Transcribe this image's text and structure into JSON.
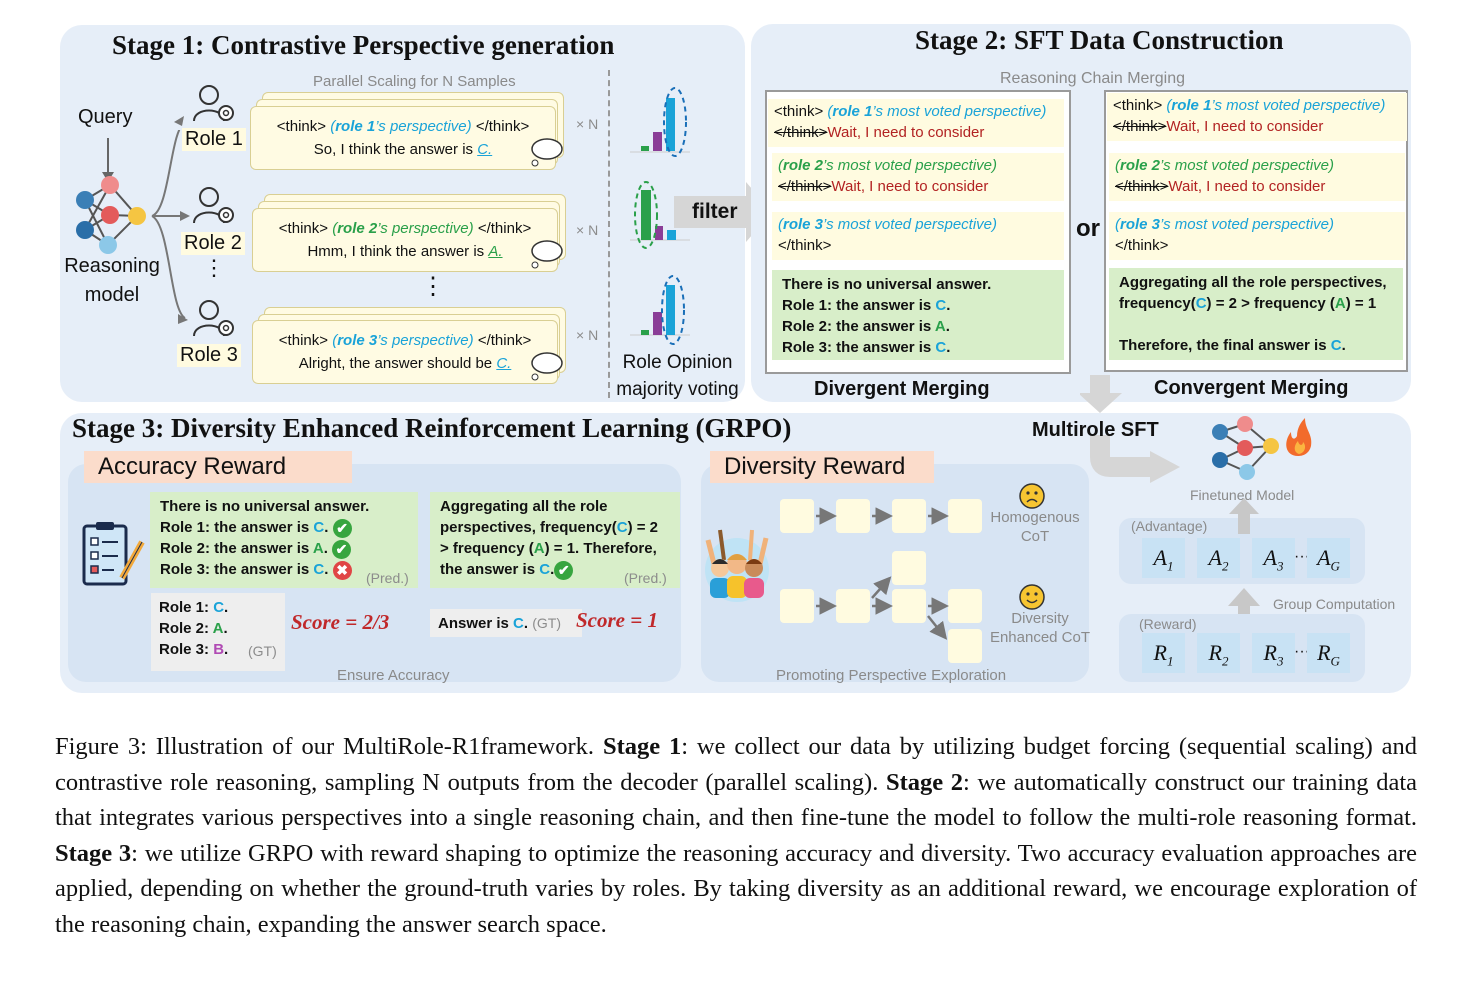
{
  "stage1": {
    "title": "Stage 1: Contrastive Perspective generation",
    "parallel_label": "Parallel Scaling for N Samples",
    "query": "Query",
    "model_label_1": "Reasoning",
    "model_label_2": "model",
    "times_n": "× N",
    "vertical_dots": "⋮",
    "roles": [
      {
        "label": "Role 1",
        "think_open": "<think>",
        "persp_role": "role 1",
        "persp_rest": "’s perspective)",
        "think_close": "</think>",
        "answer_text": "So, I think the answer is",
        "answer": "C."
      },
      {
        "label": "Role 2",
        "think_open": "<think>",
        "persp_role": "role 2",
        "persp_rest": "’s perspective)",
        "think_close": "</think>",
        "answer_text": "Hmm, I think the answer is",
        "answer": "A."
      },
      {
        "label": "Role 3",
        "think_open": "<think>",
        "persp_role": "role 3",
        "persp_rest": "’s perspective)",
        "think_close": "</think>",
        "answer_text": "Alright, the answer should be",
        "answer": "C."
      }
    ],
    "filter": "filter",
    "voting_1": "Role Opinion",
    "voting_2": "majority voting"
  },
  "stage2": {
    "title": "Stage 2: SFT Data Construction",
    "chain_label": "Reasoning Chain Merging",
    "or": "or",
    "persp_1_role": "role 1",
    "persp_2_role": "role 2",
    "persp_3_role": "role 3",
    "persp_rest": "’s most voted perspective)",
    "think_open": "<think>",
    "think_close": "</think>",
    "wait": "Wait, I need to consider",
    "divergent": {
      "summary": "There is no universal answer.",
      "lines": [
        {
          "text": "Role 1: the answer is",
          "ans": "C"
        },
        {
          "text": "Role 2: the answer is",
          "ans": "A"
        },
        {
          "text": "Role 3: the answer is",
          "ans": "C"
        }
      ],
      "label": "Divergent Merging"
    },
    "convergent": {
      "line1": "Aggregating all the role perspectives,",
      "line2_a": "frequency(",
      "line2_c": "C",
      "line2_b": ") = 2 > frequency (",
      "line2_d": "A",
      "line2_e": ") = 1",
      "line3": "Therefore, the final answer is",
      "line3_ans": "C",
      "label": "Convergent Merging"
    }
  },
  "multirole_sft": "Multirole SFT",
  "finetuned_model": "Finetuned Model",
  "stage3": {
    "title": "Stage 3: Diversity Enhanced Reinforcement Learning (GRPO)",
    "accuracy": {
      "header": "Accuracy Reward",
      "pred1_summary": "There is no universal answer.",
      "pred1_lines": [
        {
          "text": "Role 1: the answer is",
          "ans": "C"
        },
        {
          "text": "Role 2: the answer is",
          "ans": "A"
        },
        {
          "text": "Role 3: the answer is",
          "ans": "C"
        }
      ],
      "pred_tag": "(Pred.)",
      "gt1_lines": [
        {
          "text": "Role 1:",
          "ans": "C"
        },
        {
          "text": "Role 2:",
          "ans": "A"
        },
        {
          "text": "Role 3:",
          "ans": "B"
        }
      ],
      "gt_tag": "(GT)",
      "score1": "Score = 2/3",
      "pred2_l1": "Aggregating all the role",
      "pred2_l2a": "perspectives, frequency(",
      "pred2_l2c": "C",
      "pred2_l2b": ") = 2",
      "pred2_l3a": "> frequency (",
      "pred2_l3c": "A",
      "pred2_l3b": ") = 1. Therefore,",
      "pred2_l4": "the answer is",
      "pred2_l4c": "C",
      "gt2_text": "Answer is",
      "gt2_ans": "C",
      "score2": "Score = 1",
      "footer": "Ensure Accuracy"
    },
    "diversity": {
      "header": "Diversity Reward",
      "homog_1": "Homogenous",
      "homog_2": "CoT",
      "div_1": "Diversity",
      "div_2": "Enhanced CoT",
      "footer": "Promoting Perspective Exploration"
    },
    "grpo": {
      "advantage_label": "(Advantage)",
      "reward_label": "(Reward)",
      "group_label": "Group Computation",
      "advantages": [
        "A",
        "A",
        "A",
        "A"
      ],
      "adv_subs": [
        "1",
        "2",
        "3",
        "G"
      ],
      "rewards": [
        "R",
        "R",
        "R",
        "R"
      ],
      "rew_subs": [
        "1",
        "2",
        "3",
        "G"
      ],
      "ellipsis": "···"
    }
  },
  "caption": {
    "fig": "Figure 3: Illustration of our MultiRole-R1framework.",
    "s1": "Stage 1",
    "t1": ": we collect our data by utilizing budget forcing (sequential scaling) and contrastive role reasoning, sampling N outputs from the decoder (parallel scaling).",
    "s2": "Stage 2",
    "t2": ": we automatically construct our training data that integrates various perspectives into a single reasoning chain, and then fine-tune the model to follow the multi-role reasoning format.",
    "s3": "Stage 3",
    "t3": ": we utilize GRPO with reward shaping to optimize the reasoning accuracy and diversity. Two accuracy evaluation approaches are applied, depending on whether the ground-truth varies by roles. By taking diversity as an additional reward, we encourage exploration of the reasoning chain, expanding the answer search space."
  }
}
